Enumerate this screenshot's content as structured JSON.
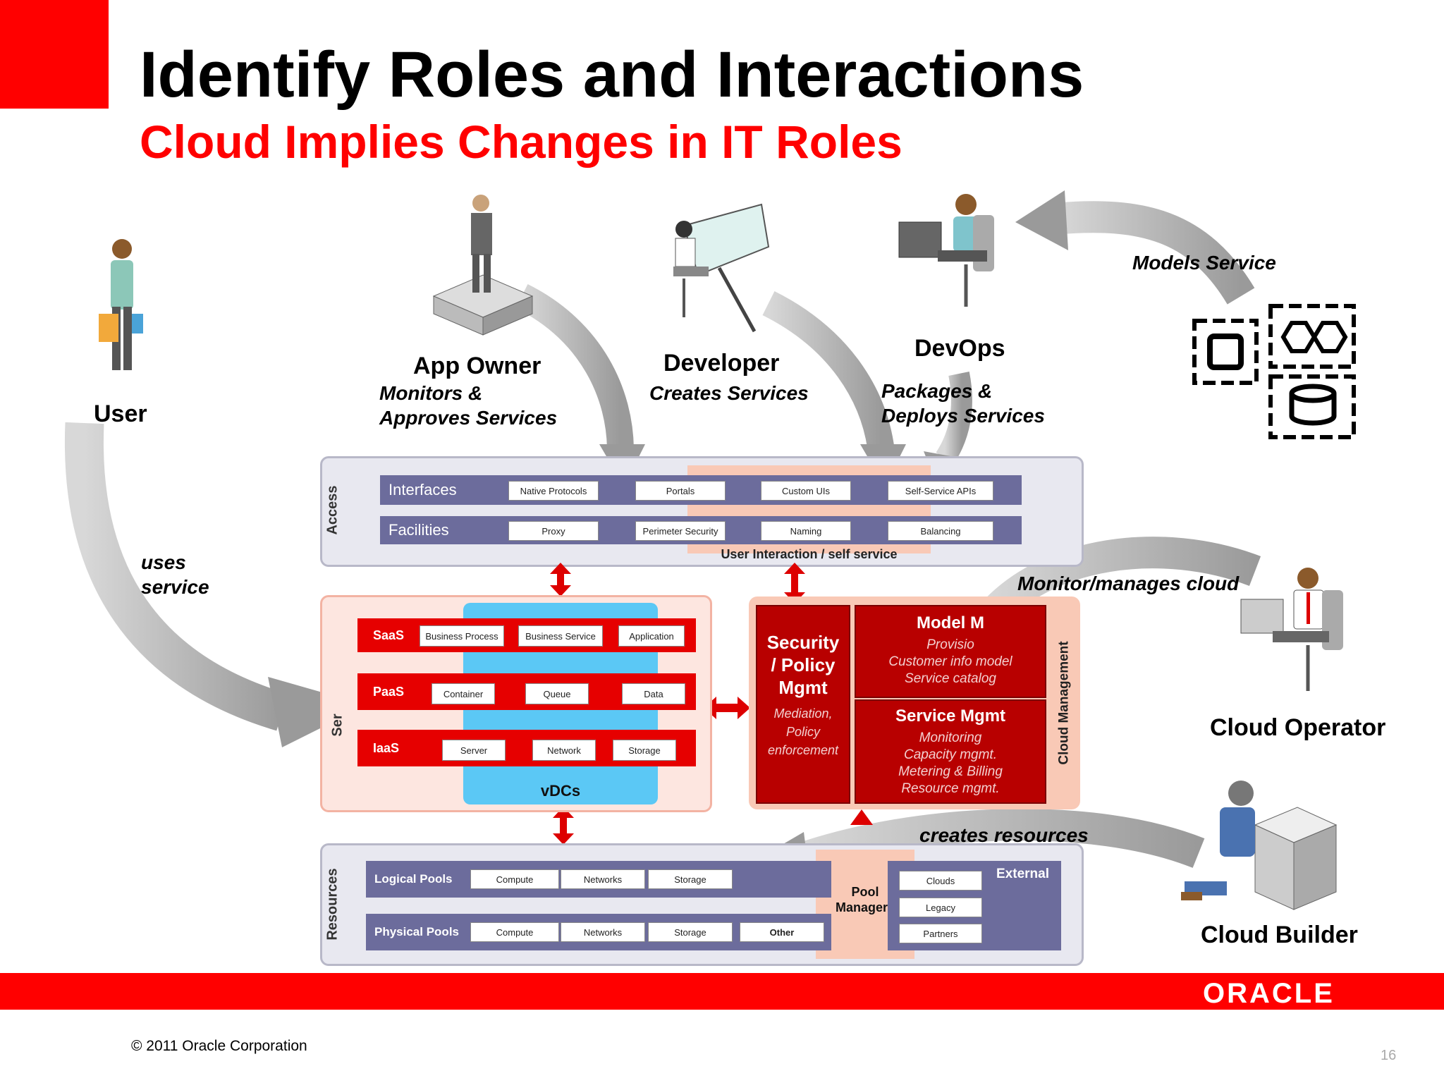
{
  "header": {
    "title": "Identify Roles and Interactions",
    "subtitle": "Cloud Implies Changes in IT Roles"
  },
  "roles": {
    "user": {
      "name": "User"
    },
    "app_owner": {
      "name": "App Owner",
      "desc1": "Monitors &",
      "desc2": "Approves Services"
    },
    "developer": {
      "name": "Developer",
      "desc1": "Creates Services"
    },
    "devops": {
      "name": "DevOps",
      "desc1": "Packages &",
      "desc2": "Deploys Services"
    },
    "cloud_operator": {
      "name": "Cloud Operator"
    },
    "cloud_builder": {
      "name": "Cloud Builder"
    }
  },
  "flows": {
    "models_service": "Models Service",
    "uses_service_1": "uses",
    "uses_service_2": "service",
    "monitor_manages": "Monitor/manages cloud",
    "creates_resources": "creates resources"
  },
  "access": {
    "label": "Access",
    "interfaces": {
      "label": "Interfaces",
      "items": [
        "Native Protocols",
        "Portals",
        "Custom UIs",
        "Self-Service APIs"
      ]
    },
    "facilities": {
      "label": "Facilities",
      "items": [
        "Proxy",
        "Perimeter Security",
        "Naming",
        "Balancing"
      ]
    },
    "user_interaction": "User Interaction / self service"
  },
  "services": {
    "label": "Ser",
    "saas": {
      "label": "SaaS",
      "items": [
        "Business Process",
        "Business Service",
        "Application"
      ]
    },
    "paas": {
      "label": "PaaS",
      "items": [
        "Container",
        "Queue",
        "Data"
      ]
    },
    "iaas": {
      "label": "IaaS",
      "items": [
        "Server",
        "Network",
        "Storage"
      ]
    },
    "vdcs": "vDCs"
  },
  "cloud_mgmt": {
    "label": "Cloud Management",
    "security": {
      "t1": "Security",
      "t2": "/ Policy",
      "t3": "Mgmt",
      "d1": "Mediation,",
      "d2": "Policy",
      "d3": "enforcement"
    },
    "model": {
      "title": "Model M",
      "d1": "Provisio",
      "d2": "Customer info model",
      "d3": "Service catalog"
    },
    "service": {
      "title": "Service Mgmt",
      "d1": "Monitoring",
      "d2": "Capacity mgmt.",
      "d3": "Metering & Billing",
      "d4": "Resource mgmt."
    }
  },
  "resources": {
    "label": "Resources",
    "logical": {
      "label": "Logical Pools",
      "items": [
        "Compute",
        "Networks",
        "Storage"
      ]
    },
    "physical": {
      "label": "Physical Pools",
      "items": [
        "Compute",
        "Networks",
        "Storage",
        "Other"
      ]
    },
    "pool1": "Pool",
    "pool2": "Managers",
    "external": {
      "label": "External",
      "items": [
        "Clouds",
        "Legacy",
        "Partners"
      ]
    }
  },
  "footer": {
    "logo": "ORACLE",
    "copyright": "© 2011 Oracle Corporation",
    "page": "16"
  },
  "colors": {
    "brand_red": "#ff0000",
    "panel_purple": "#6c6c9c",
    "dark_red": "#b80000",
    "vdc_blue": "#5bc8f5"
  }
}
